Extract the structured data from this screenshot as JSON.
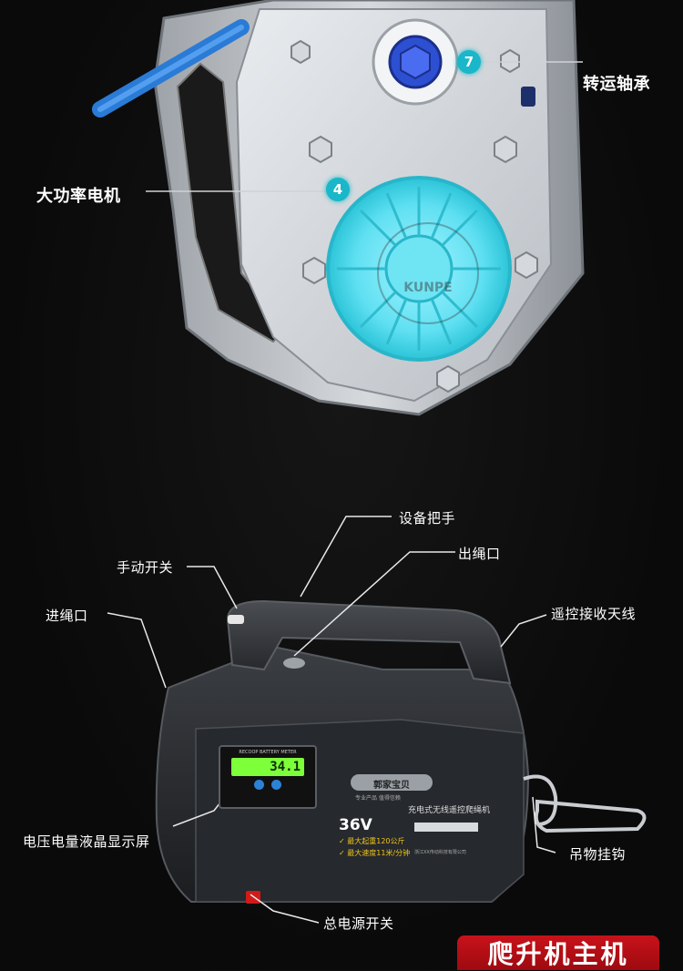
{
  "top_diagram": {
    "badge_7": "7",
    "badge_4": "4",
    "label_bearing": "转运轴承",
    "label_motor": "大功率电机",
    "watermark_brand": "KUNPE"
  },
  "product_labels": {
    "handle": "设备把手",
    "outlet": "出绳口",
    "manual_switch": "手动开关",
    "antenna": "遥控接收天线",
    "inlet": "进绳口",
    "lcd": "电压电量液晶显示屏",
    "hook": "吊物挂钩",
    "power_switch": "总电源开关"
  },
  "device_panel": {
    "meter_label": "RECOOP BATTERY METER",
    "lcd_value": "34.1",
    "brand": "郭家宝贝",
    "brand_sub": "专业产品 值得信赖",
    "product_name": "充电式无线遥控爬绳机",
    "voltage": "36V",
    "spec_1": "最大起重120公斤",
    "spec_2": "最大速度11米/分钟",
    "maker": "浙江XX传动科技有限公司"
  },
  "title": "爬升机主机",
  "colors": {
    "accent_cyan": "#19b7c9",
    "title_red": "#c8121a",
    "lcd_green": "#7dff3a"
  }
}
